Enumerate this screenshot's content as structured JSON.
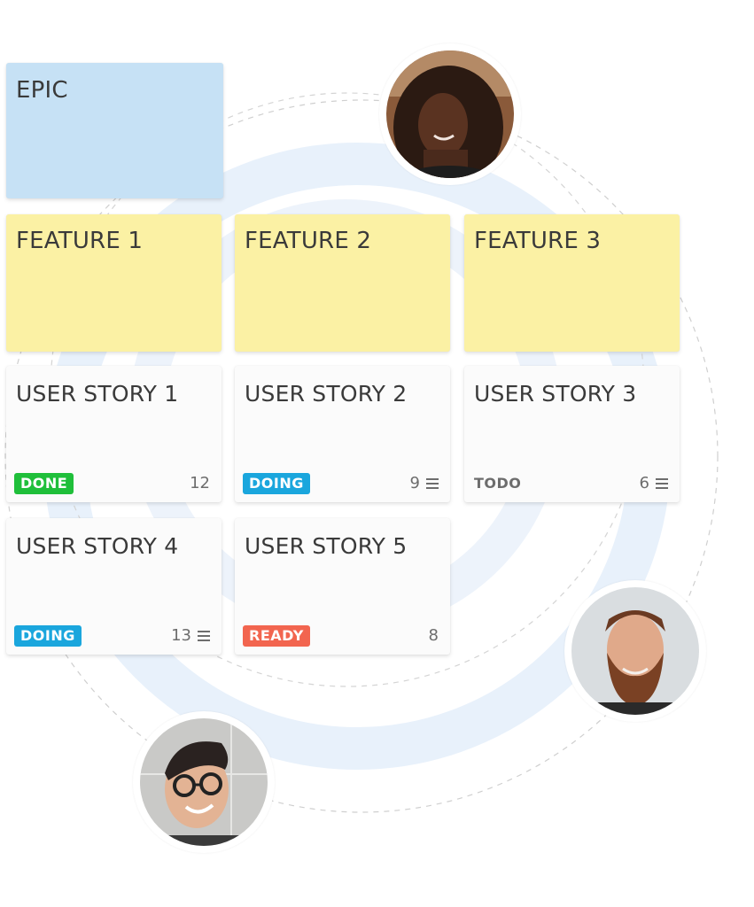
{
  "epic": {
    "title": "EPIC"
  },
  "features": [
    {
      "title": "FEATURE 1"
    },
    {
      "title": "FEATURE 2"
    },
    {
      "title": "FEATURE 3"
    }
  ],
  "stories": [
    {
      "title": "USER STORY 1",
      "status": "DONE",
      "status_color": "#1fbf3a",
      "count": "12",
      "list_icon": false
    },
    {
      "title": "USER STORY 2",
      "status": "DOING",
      "status_color": "#1aa6dd",
      "count": "9",
      "list_icon": true
    },
    {
      "title": "USER STORY 3",
      "status": "TODO",
      "status_color": "",
      "count": "6",
      "list_icon": true
    },
    {
      "title": "USER STORY 4",
      "status": "DOING",
      "status_color": "#1aa6dd",
      "count": "13",
      "list_icon": true
    },
    {
      "title": "USER STORY 5",
      "status": "READY",
      "status_color": "#f2654f",
      "count": "8",
      "list_icon": false
    }
  ],
  "colors": {
    "epic_bg": "#c6e1f5",
    "feature_bg": "#fbf1a4",
    "story_bg": "#fbfbfb",
    "ring": "#e8f1fb",
    "dashed_orbit": "#cfcfcf"
  },
  "avatars": [
    {
      "name": "avatar-woman-curly-hair"
    },
    {
      "name": "avatar-bearded-man"
    },
    {
      "name": "avatar-man-glasses"
    }
  ]
}
